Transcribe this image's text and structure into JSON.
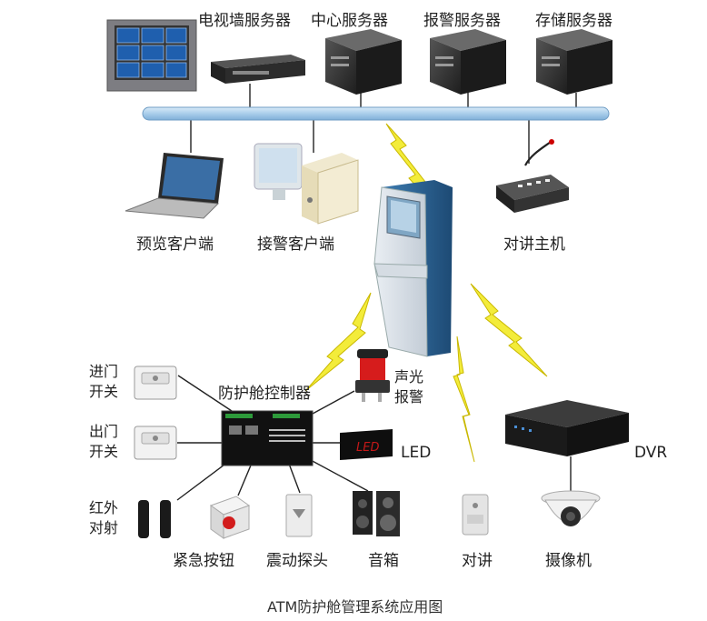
{
  "caption": "ATM防护舱管理系统应用图",
  "servers": {
    "video_wall": "电视墙服务器",
    "center": "中心服务器",
    "alarm": "报警服务器",
    "storage": "存储服务器"
  },
  "clients": {
    "preview": "预览客户端",
    "alarm_receive": "接警客户端",
    "intercom_host": "对讲主机"
  },
  "devices": {
    "entry_switch": [
      "进门",
      "开关"
    ],
    "exit_switch": [
      "出门",
      "开关"
    ],
    "infrared": [
      "红外",
      "对射"
    ],
    "controller": "防护舱控制器",
    "strobe_alarm": [
      "声光",
      "报警"
    ],
    "led": "LED",
    "led_display": "LED",
    "emergency_button": "紧急按钮",
    "vibration_probe": "震动探头",
    "speaker": "音箱",
    "intercom": "对讲",
    "dvr": "DVR",
    "camera": "摄像机"
  },
  "colors": {
    "bus": "#a9cdea",
    "bolt": "#f3ec3a",
    "line": "#222222",
    "atm_blue": "#2a5e8c"
  }
}
